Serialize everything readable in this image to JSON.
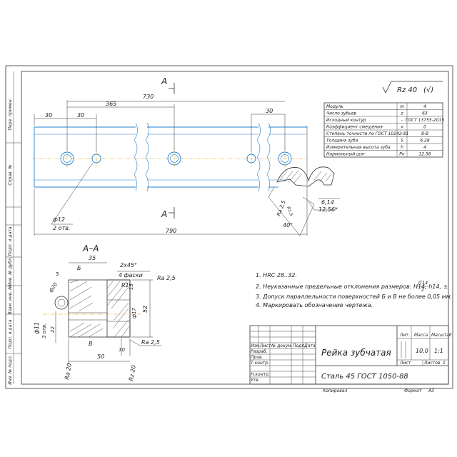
{
  "sheet": {
    "roughness_corner": "Rz 40",
    "roughness_corner_paren": "(√)",
    "section_mark": "A",
    "section_title": "A–A"
  },
  "params": {
    "headers": [
      "Модуль",
      "m",
      "4"
    ],
    "rows": [
      {
        "name": "Модуль",
        "sym": "m",
        "val": "4"
      },
      {
        "name": "Число зубьев",
        "sym": "z",
        "val": "63"
      },
      {
        "name": "Исходный контур",
        "sym": "-",
        "val": "ГОСТ 13755-2015"
      },
      {
        "name": "Коэффициент смещения",
        "sym": "x",
        "val": "0"
      },
      {
        "name": "Степень точности по ГОСТ 10242-81",
        "sym": "-",
        "val": "8-В"
      },
      {
        "name": "Толщина зуба",
        "sym": "S",
        "val": "6.28"
      },
      {
        "name": "Измерительная высота зуба",
        "sym": "h",
        "val": "4"
      },
      {
        "name": "Нормальный шаг",
        "sym": "Pn",
        "val": "12.56"
      }
    ]
  },
  "dims": {
    "d730": "730",
    "d365": "365",
    "d30a": "30",
    "d30b": "30",
    "d30c": "30",
    "d790": "790",
    "hole_dia": "ф12",
    "hole_cnt": "2 отв.",
    "tooth_6_14": "6,14",
    "tooth_12_56": "12,56*",
    "tooth_40": "40°",
    "tooth_ra": "Ra 2,5",
    "tooth_r1_5": "R1,5",
    "sec_35": "35",
    "sec_2x45": "2x45°",
    "sec_4fask": "4 фаски",
    "sec_ra25a": "Ra 2,5",
    "sec_b": "Б",
    "sec_r1": "R1",
    "sec_15": "15",
    "sec_5": "5",
    "sec_d20": "ф20",
    "sec_d17": "ф17",
    "sec_52": "52",
    "sec_22": "22",
    "sec_d11": "ф11",
    "sec_3otv": "3 отв.",
    "sec_v": "В",
    "sec_10": "10",
    "sec_ra25b": "Ra 2,5",
    "sec_50": "50",
    "sec_ra20": "Ra 20",
    "sec_rz20": "Rz 20"
  },
  "notes": [
    "1. HRC 28..32.",
    "2. Неуказанные предельные отклонения размеров: H14, h14, ±",
    "3. Допуск параллельности поверхностей Б и В не более 0,05 мм.",
    "4. Маркировать обозначение чертежа."
  ],
  "note2_frac_top": "IT14",
  "note2_frac_bottom": "2",
  "side_labels": [
    "Перв. примен.",
    "Справ. №",
    "Подп. и дата",
    "Инв. № дубл.",
    "Взам. инв. №",
    "Подп. и дата",
    "Инв. № подл."
  ],
  "title_block": {
    "title": "Рейка зубчатая",
    "material": "Сталь 45 ГОСТ 1050-88",
    "col_lit": "Лит.",
    "col_mass": "Масса",
    "col_scale": "Масштаб",
    "mass": "10,0",
    "scale": "1:1",
    "sheet_label": "Лист",
    "sheets_label": "Листов",
    "sheets_val": "1",
    "hdr_izm": "Изм.",
    "hdr_list": "Лист",
    "hdr_doc": "№ докум.",
    "hdr_sign": "Подп.",
    "hdr_date": "Дата",
    "role_dev": "Разраб.",
    "role_chk": "Пров.",
    "role_tcontr": "Т.контр.",
    "role_ncontr": "Н.контр.",
    "role_appr": "Утв.",
    "copied": "Копировал",
    "format": "Формат",
    "format_val": "А3"
  }
}
